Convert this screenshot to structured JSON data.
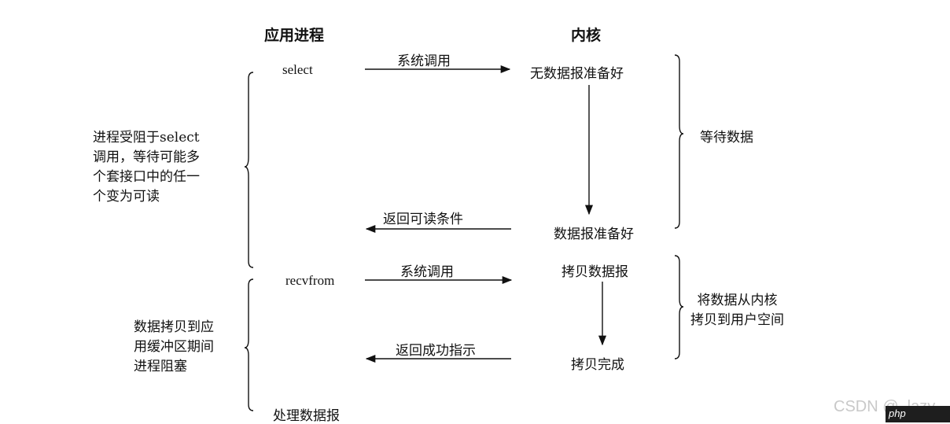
{
  "headers": {
    "app_process": "应用进程",
    "kernel": "内核"
  },
  "app": {
    "select": "select",
    "recvfrom": "recvfrom",
    "process_datagram": "处理数据报"
  },
  "arrows": {
    "syscall_1": "系统调用",
    "return_readable": "返回可读条件",
    "syscall_2": "系统调用",
    "return_success": "返回成功指示"
  },
  "kernel_states": {
    "no_datagram_ready": "无数据报准备好",
    "datagram_ready": "数据报准备好",
    "copy_datagram": "拷贝数据报",
    "copy_complete": "拷贝完成"
  },
  "left_notes": {
    "blocked_select": [
      "进程受阻于select",
      "调用，等待可能多",
      "个套接口中的任一",
      "个变为可读"
    ],
    "blocked_copy": [
      "数据拷贝到应",
      "用缓冲区期间",
      "进程阻塞"
    ]
  },
  "right_notes": {
    "wait_data": "等待数据",
    "copy_to_user": [
      "将数据从内核",
      "拷贝到用户空间"
    ]
  },
  "watermark": {
    "text": "CSDN @_lazy",
    "badge": "php"
  }
}
